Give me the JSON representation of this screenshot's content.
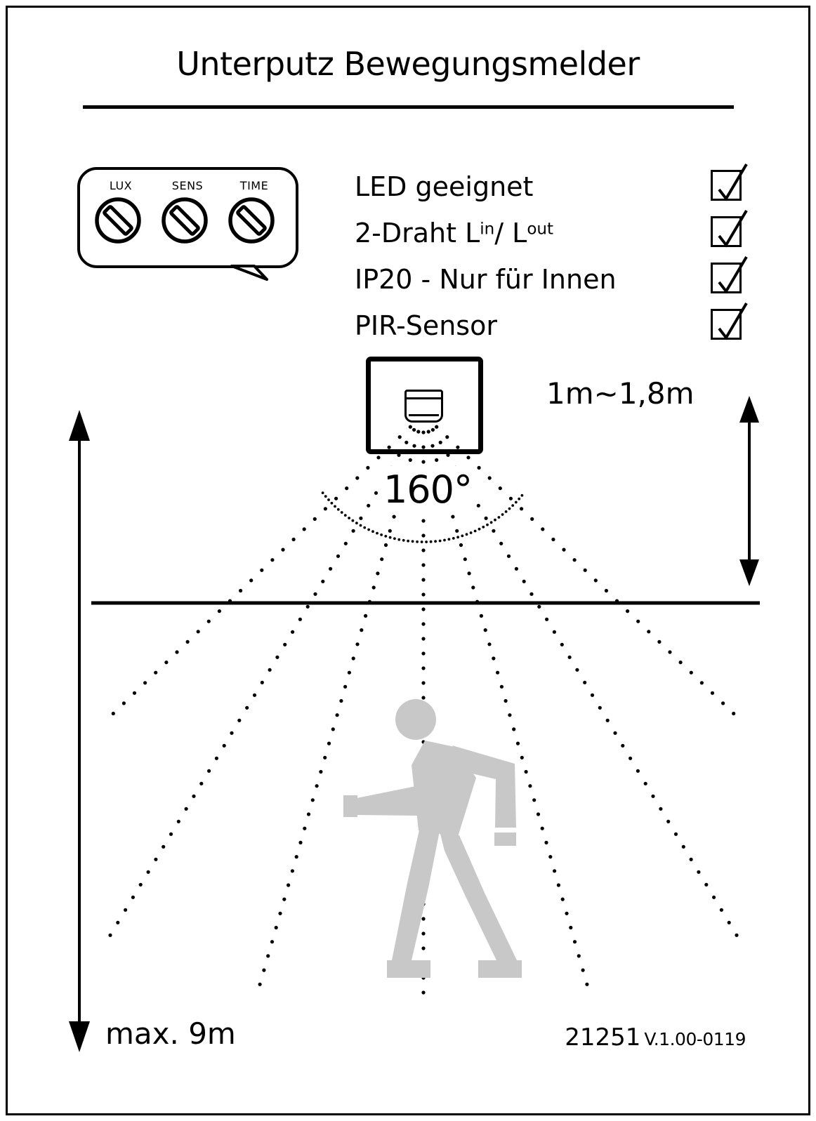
{
  "title": "Unterputz Bewegungsmelder",
  "knob_panel": {
    "knobs": [
      {
        "label": "LUX"
      },
      {
        "label": "SENS"
      },
      {
        "label": "TIME"
      }
    ]
  },
  "features": {
    "led": {
      "label": "LED geeignet",
      "checked": true
    },
    "two_wire": {
      "prefix": "2-Draht L",
      "sup_in": "in",
      "separator": "/ L",
      "sup_out": "out",
      "checked": true
    },
    "ip20": {
      "label": "IP20 - Nur für Innen",
      "checked": true
    },
    "pir": {
      "label": "PIR-Sensor",
      "checked": true
    }
  },
  "diagram": {
    "mounting_height": "1m~1,8m",
    "detection_angle": "160°",
    "max_range": "max. 9m"
  },
  "footer": {
    "article_number": "21251",
    "version": "V.1.00-0119"
  }
}
